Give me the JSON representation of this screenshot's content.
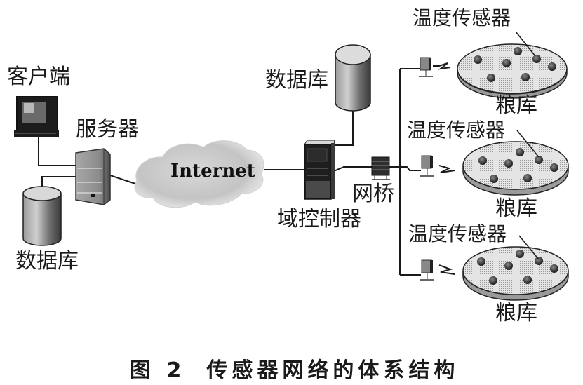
{
  "diagram": {
    "caption": {
      "figure_number": "图 2",
      "title": "传感器网络的体系结构"
    },
    "left_site": {
      "client_label": "客户端",
      "server_label": "服务器",
      "database_label": "数据库"
    },
    "network": {
      "internet_label": "Internet"
    },
    "center_site": {
      "database_label": "数据库",
      "domain_controller_label": "域控制器",
      "bridge_label": "网桥"
    },
    "granaries": [
      {
        "sensor_label": "温度传感器",
        "granary_label": "粮库"
      },
      {
        "sensor_label": "温度传感器",
        "granary_label": "粮库"
      },
      {
        "sensor_label": "温度传感器",
        "granary_label": "粮库"
      }
    ],
    "colors": {
      "line": "#1a1a1a",
      "device_dark": "#2a2a2a",
      "device_mid": "#8a8a8a",
      "cloud": "#c8c8c8",
      "granary_fill": "#e6e6e6",
      "sensor_dot": "#3a3a3a"
    }
  }
}
